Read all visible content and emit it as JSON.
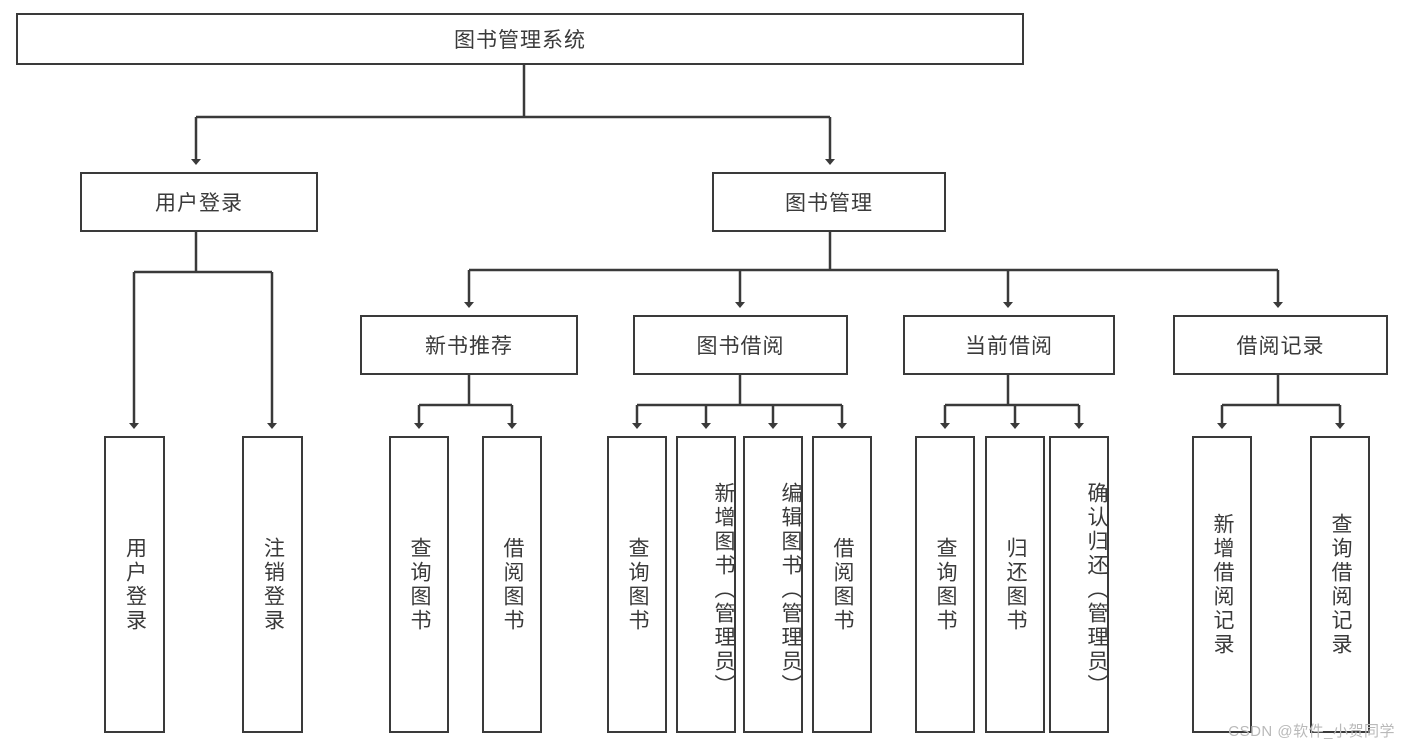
{
  "diagram": {
    "type": "tree-hierarchy",
    "title": "图书管理系统",
    "line_color": "#3a3a3a",
    "text_color": "#3a3a3a",
    "background": "#ffffff",
    "root": {
      "label": "图书管理系统"
    },
    "level2": [
      {
        "label": "用户登录"
      },
      {
        "label": "图书管理"
      }
    ],
    "level3": [
      {
        "label": "新书推荐"
      },
      {
        "label": "图书借阅"
      },
      {
        "label": "当前借阅"
      },
      {
        "label": "借阅记录"
      }
    ],
    "leaves": {
      "user_login": [
        {
          "label": "用户登录"
        },
        {
          "label": "注销登录"
        }
      ],
      "new_book_recommend": [
        {
          "label": "查询图书"
        },
        {
          "label": "借阅图书"
        }
      ],
      "book_borrow": [
        {
          "label": "查询图书"
        },
        {
          "label": "新增图书（管理员）"
        },
        {
          "label": "编辑图书（管理员）"
        },
        {
          "label": "借阅图书"
        }
      ],
      "current_borrow": [
        {
          "label": "查询图书"
        },
        {
          "label": "归还图书"
        },
        {
          "label": "确认归还（管理员）"
        }
      ],
      "borrow_record": [
        {
          "label": "新增借阅记录"
        },
        {
          "label": "查询借阅记录"
        }
      ]
    }
  },
  "watermark": {
    "text": "CSDN @软件_小贺同学"
  }
}
